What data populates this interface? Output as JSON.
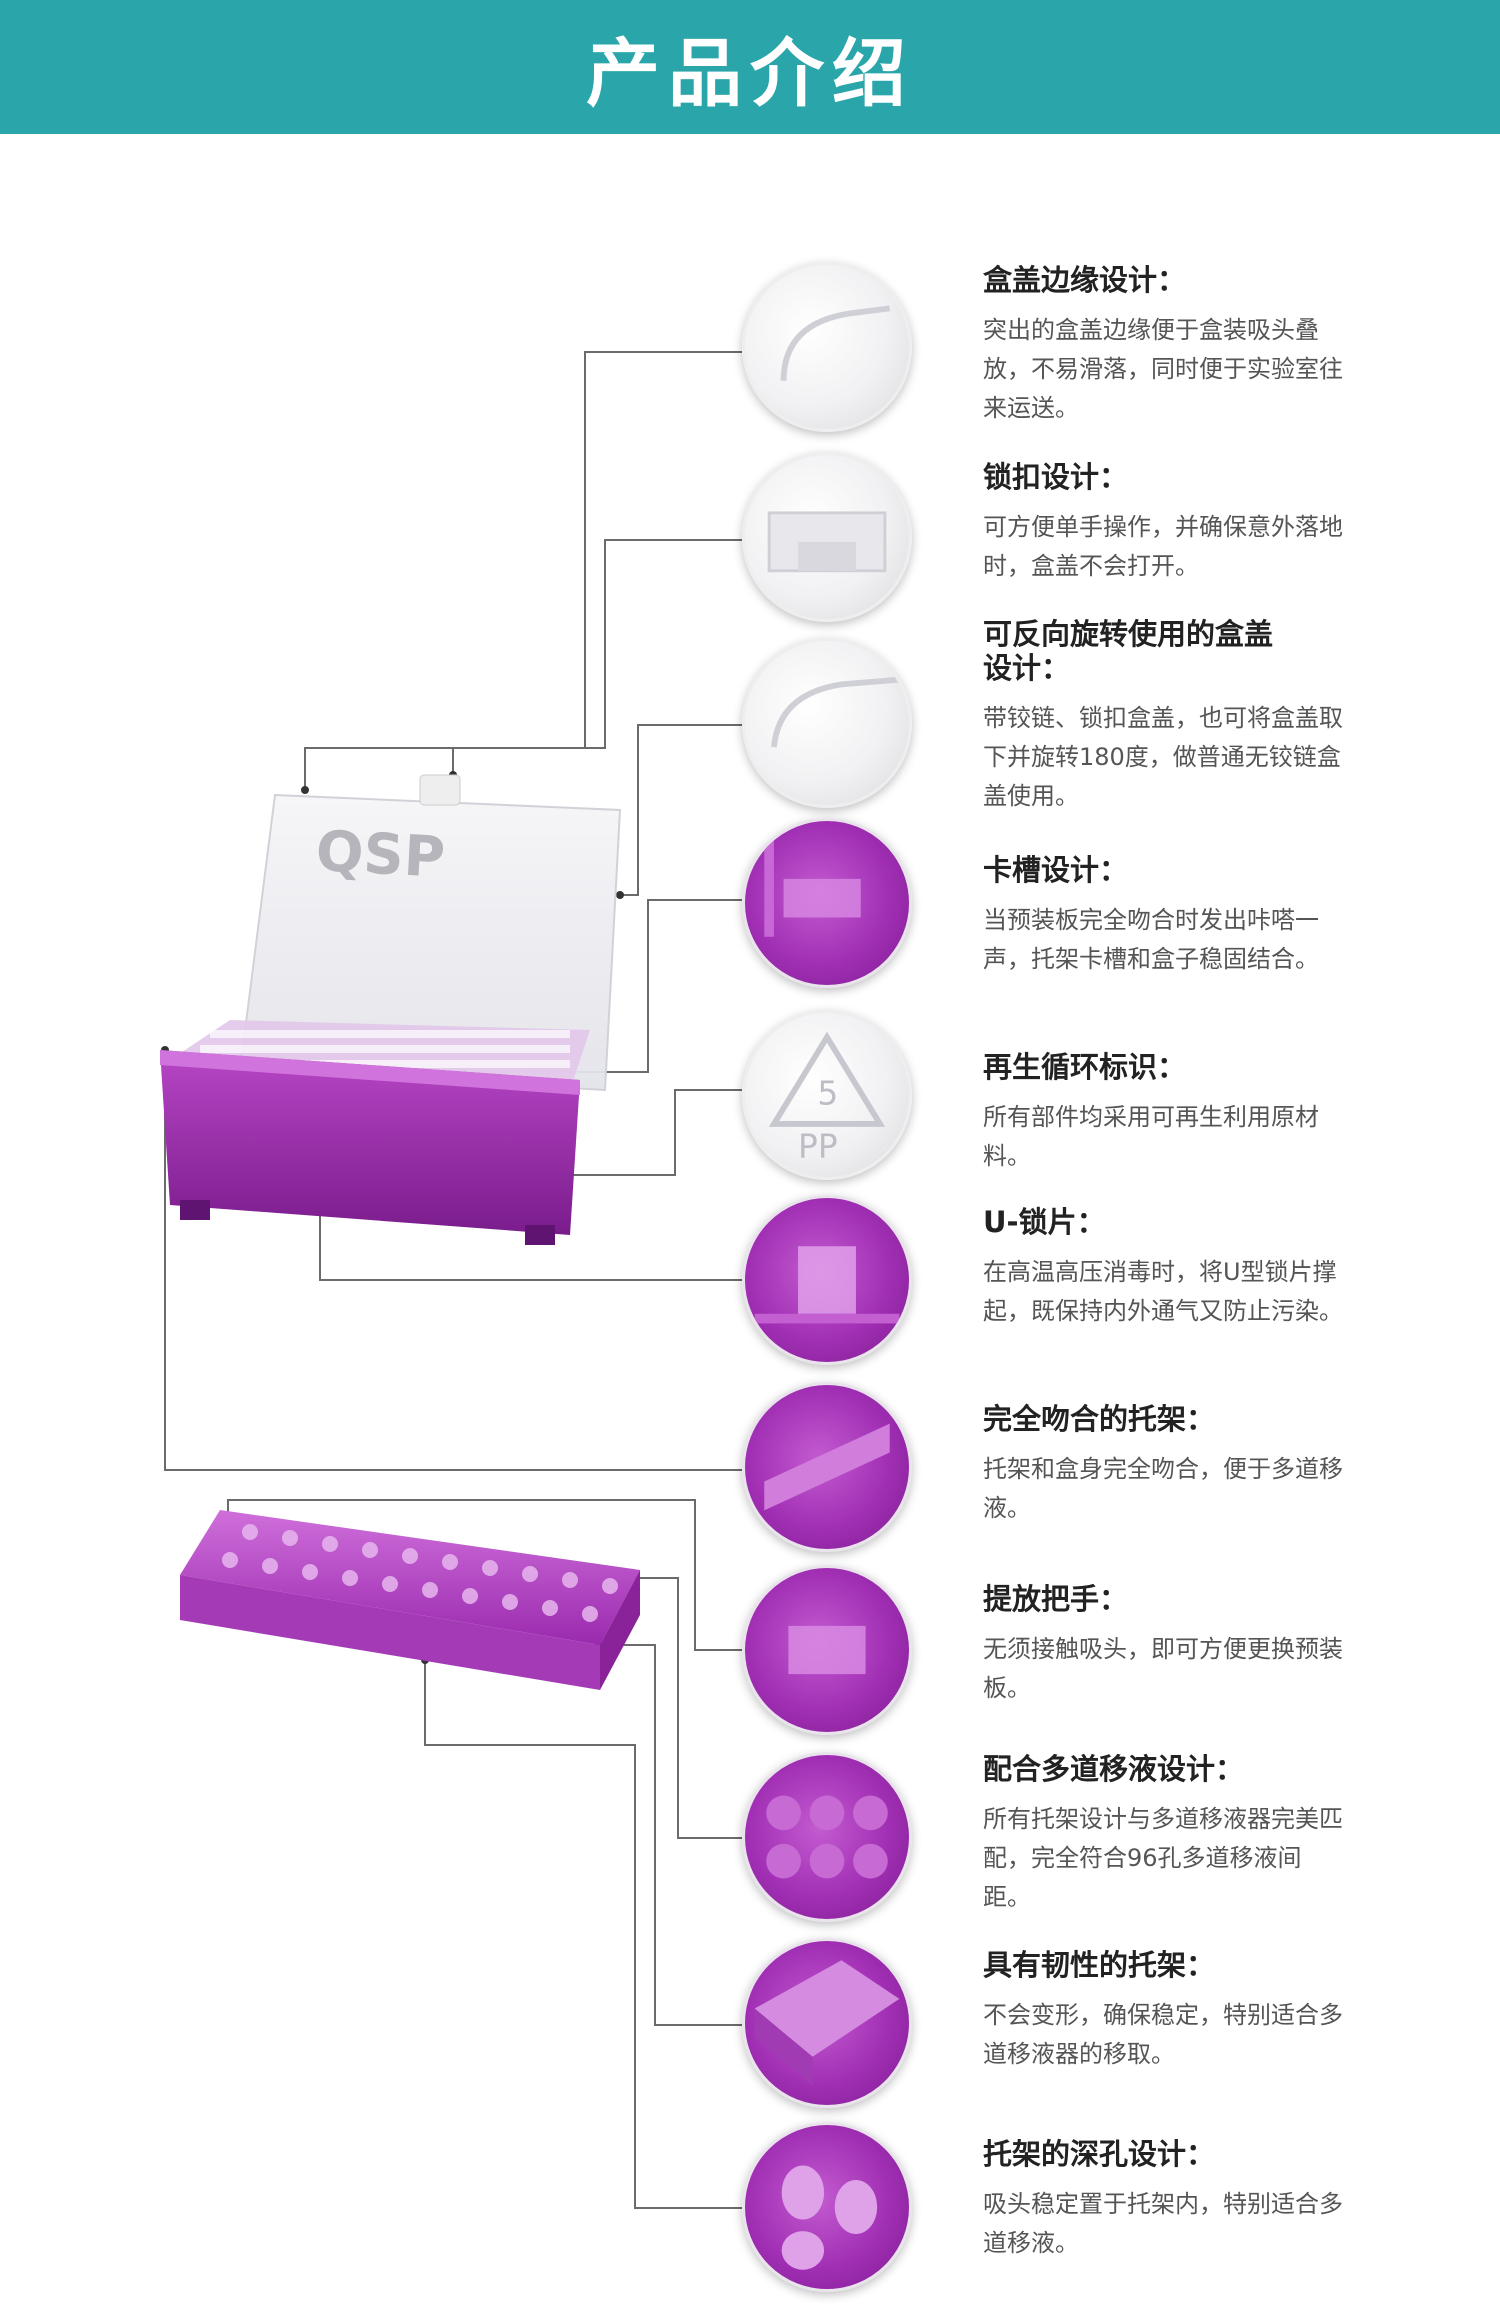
{
  "header": {
    "title": "产品介绍"
  },
  "product": {
    "brand_logo": "QSP"
  },
  "colors": {
    "header": "#2aa6aa",
    "purple": "#a12fb4",
    "line": "#6b6b6b"
  },
  "features": [
    {
      "title": "盒盖边缘设计：",
      "desc": "突出的盒盖边缘便于盒装吸头叠放，不易滑落，同时便于实验室往来运送。"
    },
    {
      "title": "锁扣设计：",
      "desc": "可方便单手操作，并确保意外落地时，盒盖不会打开。"
    },
    {
      "title": "可反向旋转使用的盒盖设计：",
      "desc": "带铰链、锁扣盒盖，也可将盒盖取下并旋转180度，做普通无铰链盒盖使用。"
    },
    {
      "title": "卡槽设计：",
      "desc": "当预装板完全吻合时发出咔嗒一声，托架卡槽和盒子稳固结合。"
    },
    {
      "title": "再生循环标识：",
      "desc": "所有部件均采用可再生利用原材料。"
    },
    {
      "title": "U-锁片：",
      "desc": "在高温高压消毒时，将U型锁片撑起，既保持内外通气又防止污染。"
    },
    {
      "title": "完全吻合的托架：",
      "desc": "托架和盒身完全吻合，便于多道移液。"
    },
    {
      "title": "提放把手：",
      "desc": "无须接触吸头，即可方便更换预装板。"
    },
    {
      "title": "配合多道移液设计：",
      "desc": "所有托架设计与多道移液器完美匹配，完全符合96孔多道移液间距。"
    },
    {
      "title": "具有韧性的托架：",
      "desc": "不会变形，确保稳定，特别适合多道移液器的移取。"
    },
    {
      "title": "托架的深孔设计：",
      "desc": "吸头稳定置于托架内，特别适合多道移液。"
    }
  ],
  "recycle_mark": {
    "number": "5",
    "material": "PP"
  }
}
